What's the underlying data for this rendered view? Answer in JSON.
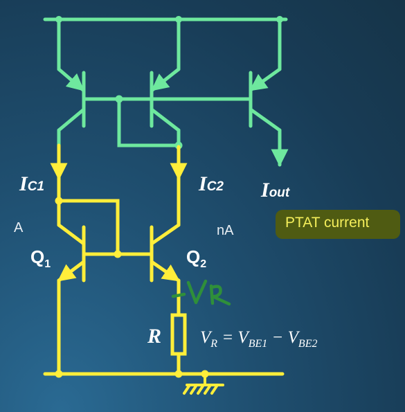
{
  "colors": {
    "green_wire": "#6ee89e",
    "yellow_wire": "#ffee3a",
    "annotation_green": "#2f8f3a",
    "highlight_bg": "#4f5b12"
  },
  "labels": {
    "ic1_main": "I",
    "ic1_sub": "C1",
    "ic2_main": "I",
    "ic2_sub": "C2",
    "iout_main": "I",
    "iout_sub": "out",
    "unit_a": "A",
    "unit_na": "nA",
    "q1_main": "Q",
    "q1_sub": "1",
    "q2_main": "Q",
    "q2_sub": "2",
    "resistor": "R",
    "handwritten_vr": "- VR",
    "ptat": "PTAT current",
    "eq_lhs": "V",
    "eq_lhs_sub": "R",
    "eq_mid": " = V",
    "eq_mid_sub": "BE1",
    "eq_rhs": " − V",
    "eq_rhs_sub": "BE2"
  }
}
